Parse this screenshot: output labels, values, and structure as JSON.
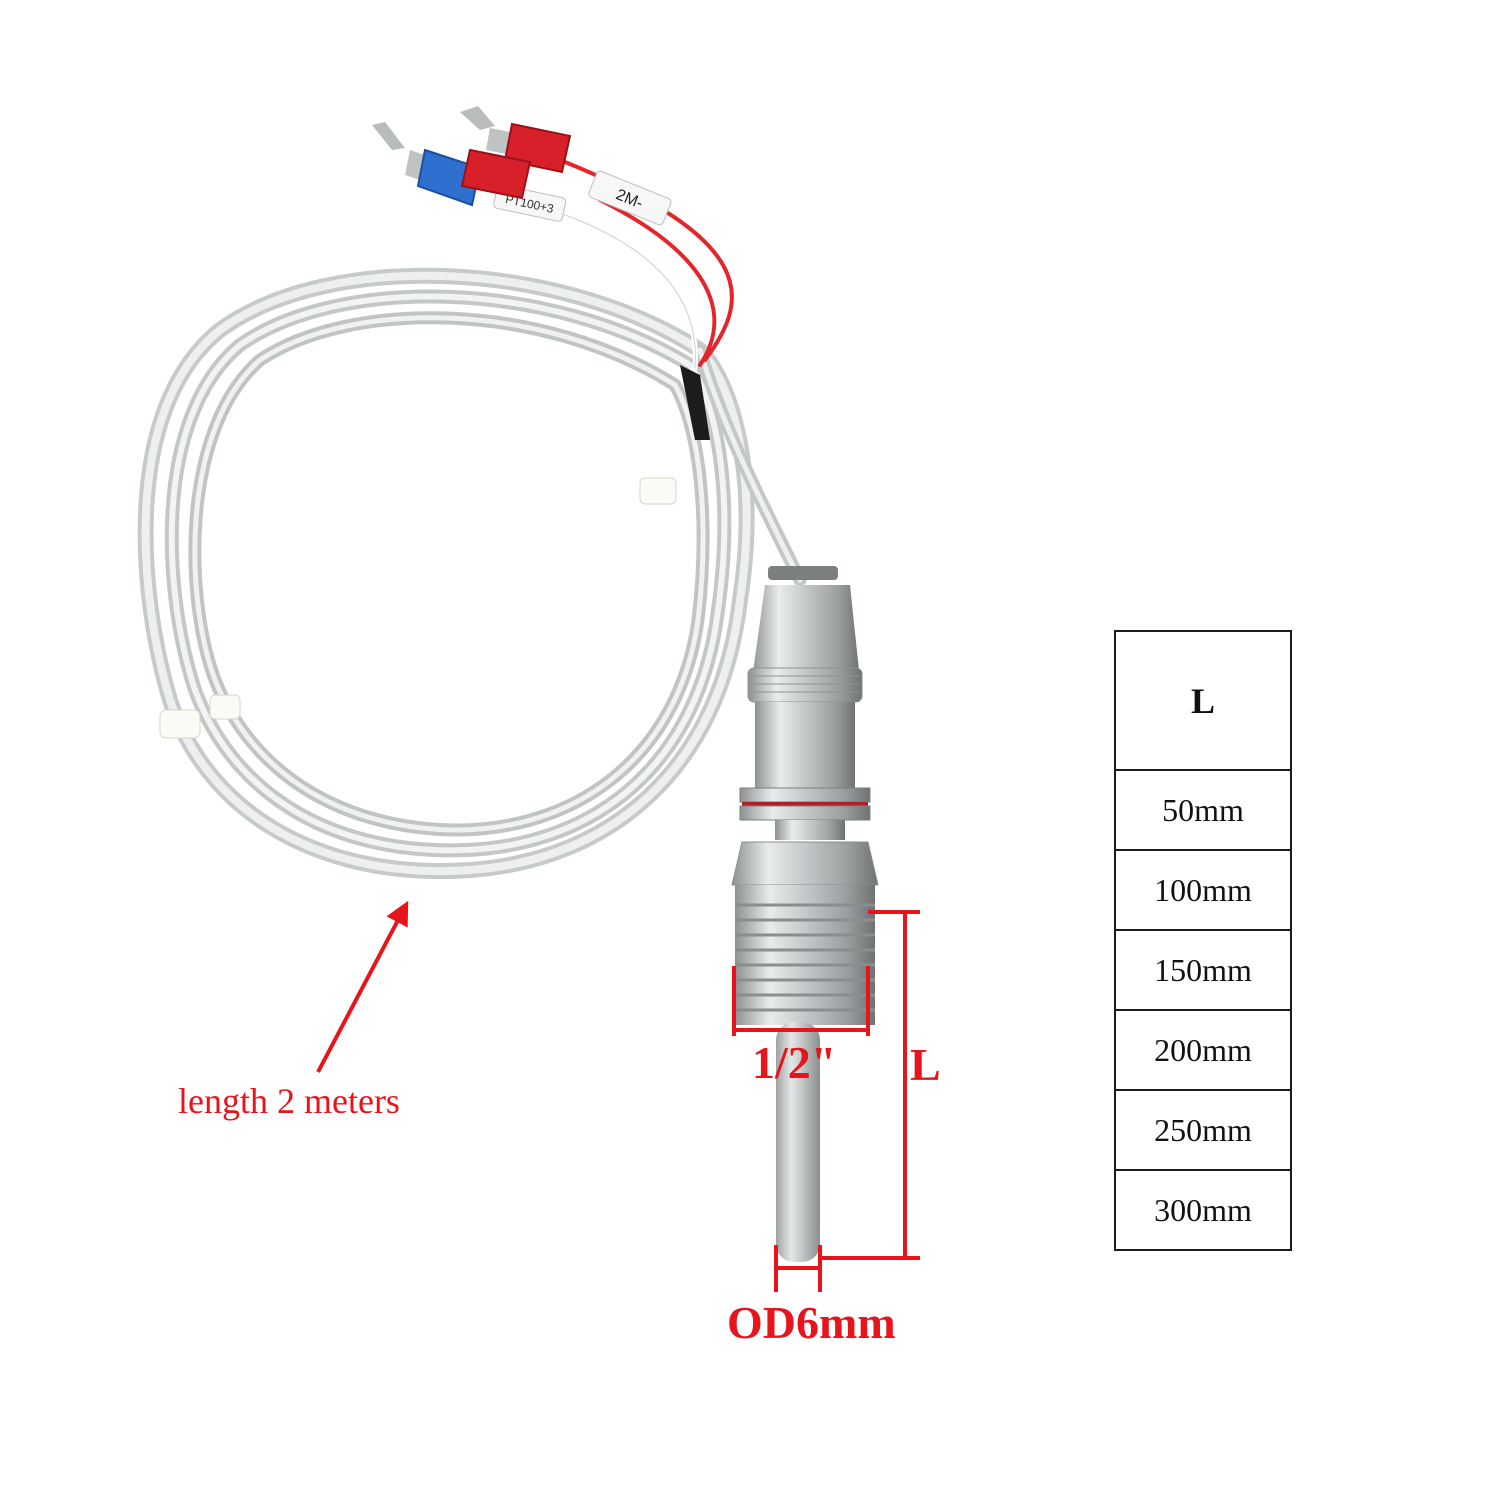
{
  "labels": {
    "cable_length": "length 2 meters",
    "thread_size": "1/2\"",
    "insertion_length": "L",
    "outer_diameter": "OD6mm"
  },
  "wire_tags": {
    "sensor_tag": "PT100+3",
    "length_tag": "2M-"
  },
  "length_table": {
    "header": "L",
    "rows": [
      "50mm",
      "100mm",
      "150mm",
      "200mm",
      "250mm",
      "300mm"
    ]
  },
  "colors": {
    "annotation_red": "#e8141b",
    "cable_silver": "#d9dcdc",
    "wire_red": "#e3262a",
    "terminal_blue": "#2f6fd0",
    "terminal_red": "#d8202a",
    "steel": "#c9cccd"
  }
}
